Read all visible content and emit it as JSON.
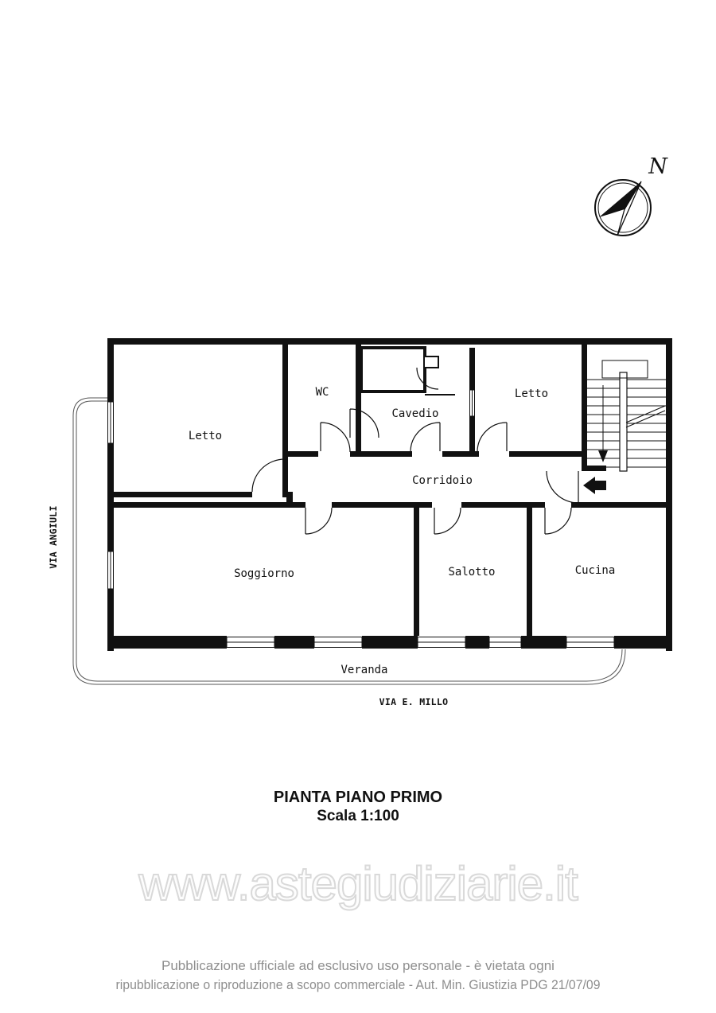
{
  "compass": {
    "north": "N"
  },
  "plan": {
    "rooms": {
      "letto1": "Letto",
      "wc": "WC",
      "cavedio": "Cavedio",
      "letto2": "Letto",
      "corridoio": "Corridoio",
      "soggiorno": "Soggiorno",
      "salotto": "Salotto",
      "cucina": "Cucina",
      "veranda": "Veranda"
    },
    "streets": {
      "left": "VIA ANGIULI",
      "bottom": "VIA E. MILLO"
    }
  },
  "title": {
    "line1": "PIANTA PIANO PRIMO",
    "line2": "Scala 1:100"
  },
  "watermark": {
    "text": "www.astegiudiziarie.it"
  },
  "footer": {
    "line1": "Pubblicazione ufficiale ad esclusivo uso personale - è vietata ogni",
    "line2": "ripubblicazione o riproduzione a scopo commerciale - Aut. Min. Giustizia PDG 21/07/09"
  },
  "colors": {
    "ink": "#111111",
    "railing": "#555555",
    "gray_text": "#8e8e8e",
    "watermark_outline": "#d9d9d9"
  }
}
